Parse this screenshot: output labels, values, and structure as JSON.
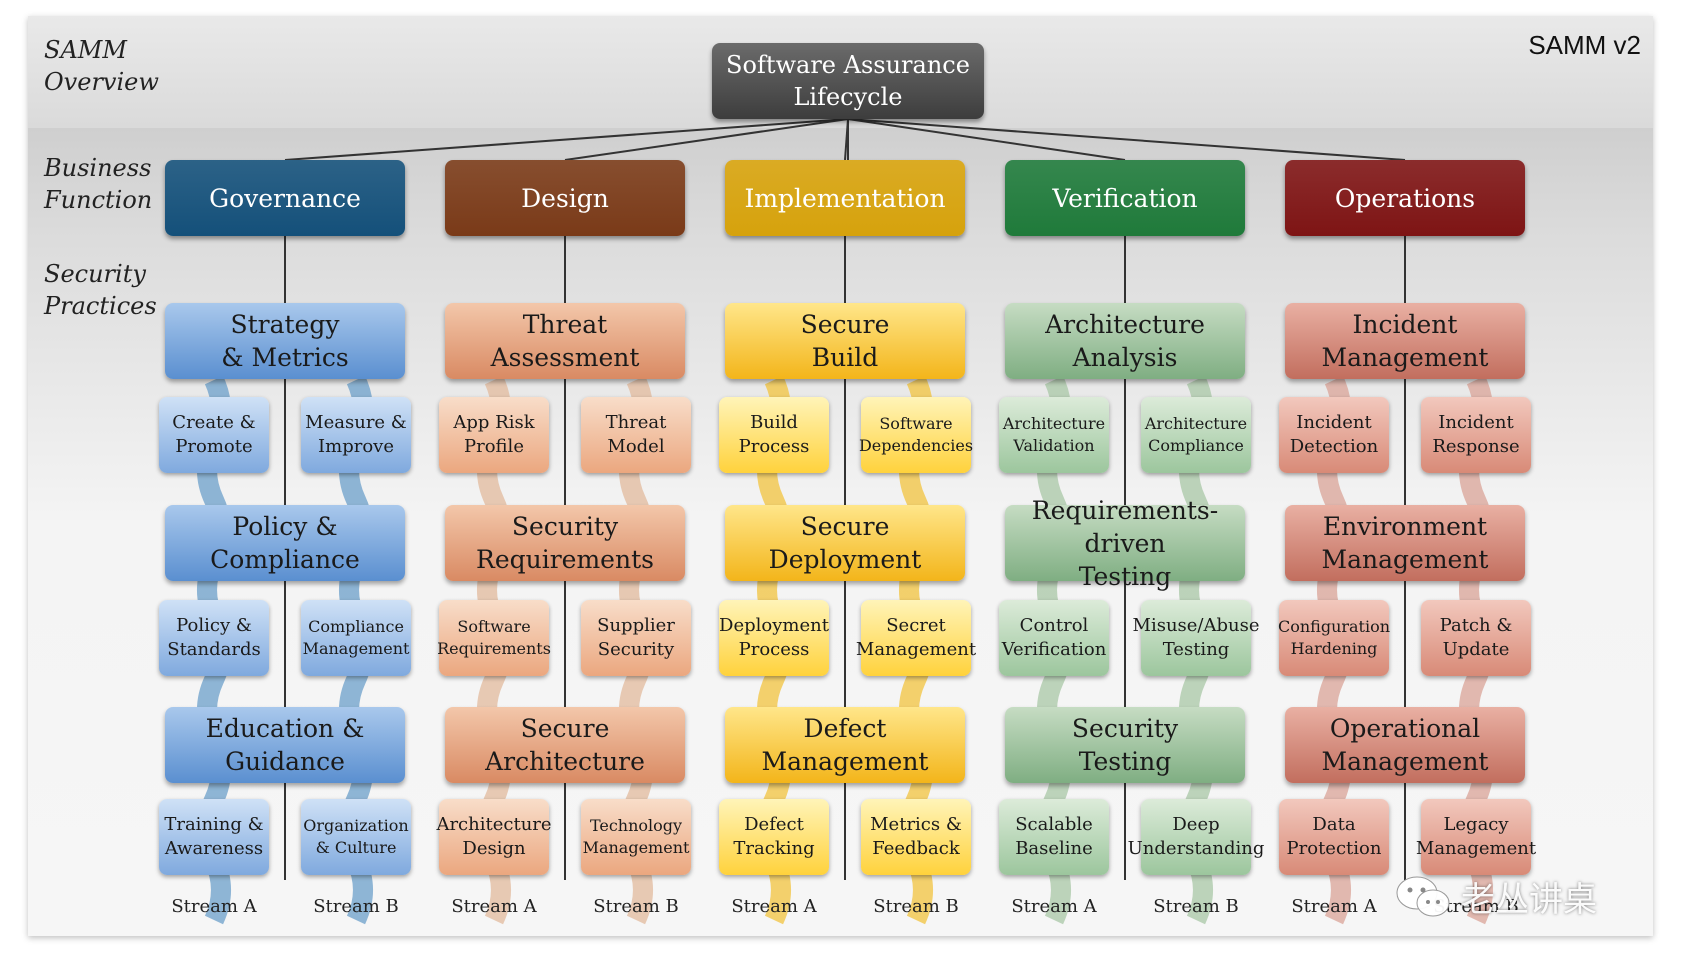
{
  "overview_label": "SAMM\nOverview",
  "version_label": "SAMM v2",
  "root": "Software Assurance\nLifecycle",
  "business_function_label": "Business\nFunction",
  "security_practices_label": "Security\nPractices",
  "functions": [
    {
      "name": "Governance",
      "color": "#14507a",
      "practices": [
        {
          "name": "Strategy\n& Metrics",
          "activities": [
            "Create &\nPromote",
            "Measure &\nImprove"
          ]
        },
        {
          "name": "Policy &\nCompliance",
          "activities": [
            "Policy &\nStandards",
            "Compliance\nManagement"
          ]
        },
        {
          "name": "Education &\nGuidance",
          "activities": [
            "Training &\nAwareness",
            "Organization\n& Culture"
          ]
        }
      ]
    },
    {
      "name": "Design",
      "color": "#7a3a18",
      "practices": [
        {
          "name": "Threat\nAssessment",
          "activities": [
            "App Risk\nProfile",
            "Threat\nModel"
          ]
        },
        {
          "name": "Security\nRequirements",
          "activities": [
            "Software\nRequirements",
            "Supplier\nSecurity"
          ]
        },
        {
          "name": "Secure\nArchitecture",
          "activities": [
            "Architecture\nDesign",
            "Technology\nManagement"
          ]
        }
      ]
    },
    {
      "name": "Implementation",
      "color": "#d6a20c",
      "practices": [
        {
          "name": "Secure\nBuild",
          "activities": [
            "Build\nProcess",
            "Software\nDependencies"
          ]
        },
        {
          "name": "Secure\nDeployment",
          "activities": [
            "Deployment\nProcess",
            "Secret\nManagement"
          ]
        },
        {
          "name": "Defect\nManagement",
          "activities": [
            "Defect\nTracking",
            "Metrics &\nFeedback"
          ]
        }
      ]
    },
    {
      "name": "Verification",
      "color": "#1f7a3a",
      "practices": [
        {
          "name": "Architecture\nAnalysis",
          "activities": [
            "Architecture\nValidation",
            "Architecture\nCompliance"
          ]
        },
        {
          "name": "Requirements-driven\nTesting",
          "activities": [
            "Control\nVerification",
            "Misuse/Abuse\nTesting"
          ]
        },
        {
          "name": "Security\nTesting",
          "activities": [
            "Scalable\nBaseline",
            "Deep\nUnderstanding"
          ]
        }
      ]
    },
    {
      "name": "Operations",
      "color": "#7e1414",
      "practices": [
        {
          "name": "Incident\nManagement",
          "activities": [
            "Incident\nDetection",
            "Incident\nResponse"
          ]
        },
        {
          "name": "Environment\nManagement",
          "activities": [
            "Configuration\nHardening",
            "Patch &\nUpdate"
          ]
        },
        {
          "name": "Operational\nManagement",
          "activities": [
            "Data\nProtection",
            "Legacy\nManagement"
          ]
        }
      ]
    }
  ],
  "stream_labels": [
    "Stream A",
    "Stream B"
  ],
  "watermark_text": "老丛讲桌"
}
